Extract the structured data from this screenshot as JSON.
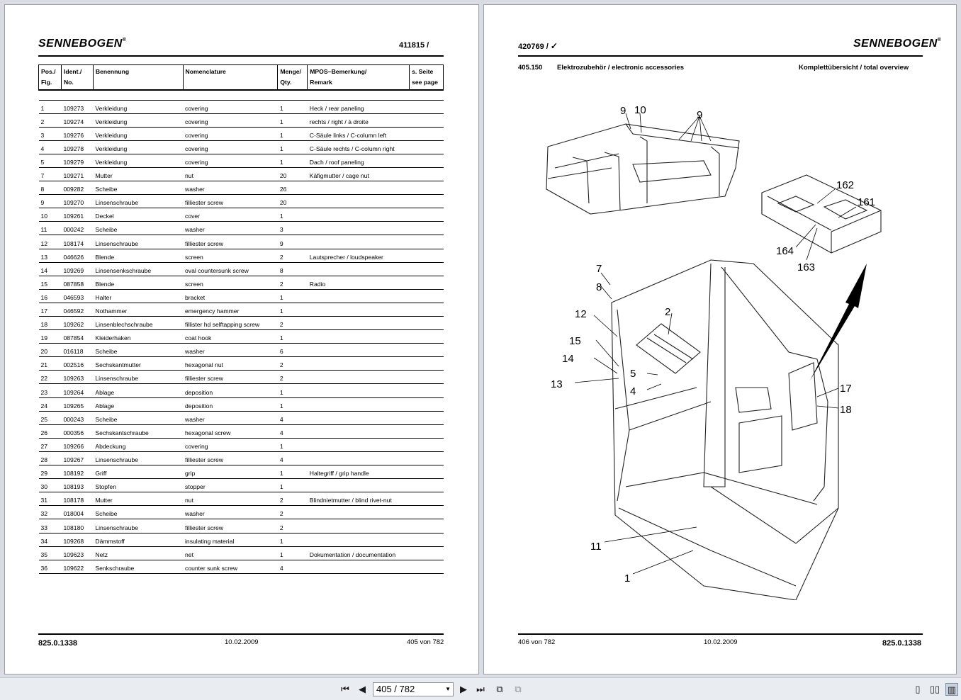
{
  "left_page": {
    "logo": "SENNEBOGEN",
    "doc_number": "411815 /",
    "columns": [
      "Pos./",
      "Fig.",
      "Ident./",
      "No.",
      "Benennung",
      "Nomenclature",
      "Menge/",
      "Qty.",
      "MPOS~Bemerkung/",
      "Remark",
      "s. Seite",
      "see page"
    ],
    "rows": [
      [
        "1",
        "109273",
        "Verkleidung",
        "covering",
        "1",
        "Heck / rear paneling"
      ],
      [
        "2",
        "109274",
        "Verkleidung",
        "covering",
        "1",
        "rechts / right / à droite"
      ],
      [
        "3",
        "109276",
        "Verkleidung",
        "covering",
        "1",
        "C-Säule links / C-column left"
      ],
      [
        "4",
        "109278",
        "Verkleidung",
        "covering",
        "1",
        "C-Säule rechts / C-column right"
      ],
      [
        "5",
        "109279",
        "Verkleidung",
        "covering",
        "1",
        "Dach / roof paneling"
      ],
      [
        "7",
        "109271",
        "Mutter",
        "nut",
        "20",
        "Käfigmutter / cage nut"
      ],
      [
        "8",
        "009282",
        "Scheibe",
        "washer",
        "26",
        ""
      ],
      [
        "9",
        "109270",
        "Linsenschraube",
        "filliester screw",
        "20",
        ""
      ],
      [
        "10",
        "109261",
        "Deckel",
        "cover",
        "1",
        ""
      ],
      [
        "11",
        "000242",
        "Scheibe",
        "washer",
        "3",
        ""
      ],
      [
        "12",
        "108174",
        "Linsenschraube",
        "filliester screw",
        "9",
        ""
      ],
      [
        "13",
        "046626",
        "Blende",
        "screen",
        "2",
        "Lautsprecher / loudspeaker"
      ],
      [
        "14",
        "109269",
        "Linsensenkschraube",
        "oval countersunk screw",
        "8",
        ""
      ],
      [
        "15",
        "087858",
        "Blende",
        "screen",
        "2",
        "Radio"
      ],
      [
        "16",
        "046593",
        "Halter",
        "bracket",
        "1",
        ""
      ],
      [
        "17",
        "046592",
        "Nothammer",
        "emergency hammer",
        "1",
        ""
      ],
      [
        "18",
        "109262",
        "Linsenblechschraube",
        "fillister hd selftapping screw",
        "2",
        ""
      ],
      [
        "19",
        "087854",
        "Kleiderhaken",
        "coat hook",
        "1",
        ""
      ],
      [
        "20",
        "016118",
        "Scheibe",
        "washer",
        "6",
        ""
      ],
      [
        "21",
        "002516",
        "Sechskantmutter",
        "hexagonal nut",
        "2",
        ""
      ],
      [
        "22",
        "109263",
        "Linsenschraube",
        "filliester screw",
        "2",
        ""
      ],
      [
        "23",
        "109264",
        "Ablage",
        "deposition",
        "1",
        ""
      ],
      [
        "24",
        "109265",
        "Ablage",
        "deposition",
        "1",
        ""
      ],
      [
        "25",
        "000243",
        "Scheibe",
        "washer",
        "4",
        ""
      ],
      [
        "26",
        "000356",
        "Sechskantschraube",
        "hexagonal screw",
        "4",
        ""
      ],
      [
        "27",
        "109266",
        "Abdeckung",
        "covering",
        "1",
        ""
      ],
      [
        "28",
        "109267",
        "Linsenschraube",
        "filliester screw",
        "4",
        ""
      ],
      [
        "29",
        "108192",
        "Griff",
        "grip",
        "1",
        "Haltegriff / grip handle"
      ],
      [
        "30",
        "108193",
        "Stopfen",
        "stopper",
        "1",
        ""
      ],
      [
        "31",
        "108178",
        "Mutter",
        "nut",
        "2",
        "Blindnietmutter / blind rivet-nut"
      ],
      [
        "32",
        "018004",
        "Scheibe",
        "washer",
        "2",
        ""
      ],
      [
        "33",
        "108180",
        "Linsenschraube",
        "filliester screw",
        "2",
        ""
      ],
      [
        "34",
        "109268",
        "Dämmstoff",
        "insulating material",
        "1",
        ""
      ],
      [
        "35",
        "109623",
        "Netz",
        "net",
        "1",
        "Dokumentation / documentation"
      ],
      [
        "36",
        "109622",
        "Senkschraube",
        "counter sunk screw",
        "4",
        ""
      ]
    ],
    "footer_left": "825.0.1338",
    "footer_date": "10.02.2009",
    "footer_page": "405 von 782"
  },
  "right_page": {
    "logo": "SENNEBOGEN",
    "doc_number": "420769 /",
    "group_number": "405.150",
    "group_title": "Elektrozubehör / electronic accessories",
    "overview": "Komplettübersicht / total overview",
    "callouts": [
      "9",
      "10",
      "9",
      "162",
      "161",
      "164",
      "163",
      "7",
      "8",
      "12",
      "2",
      "15",
      "14",
      "13",
      "5",
      "4",
      "17",
      "18",
      "11",
      "1"
    ],
    "footer_page": "406 von 782",
    "footer_date": "10.02.2009",
    "footer_right": "825.0.1338"
  },
  "toolbar": {
    "page_indicator": "405 / 782",
    "icons": [
      "first-page-icon",
      "prev-page-icon",
      "next-page-icon",
      "last-page-icon",
      "back-view-icon",
      "forward-view-icon",
      "single-page-icon",
      "two-page-icon",
      "two-page-continuous-icon"
    ]
  }
}
